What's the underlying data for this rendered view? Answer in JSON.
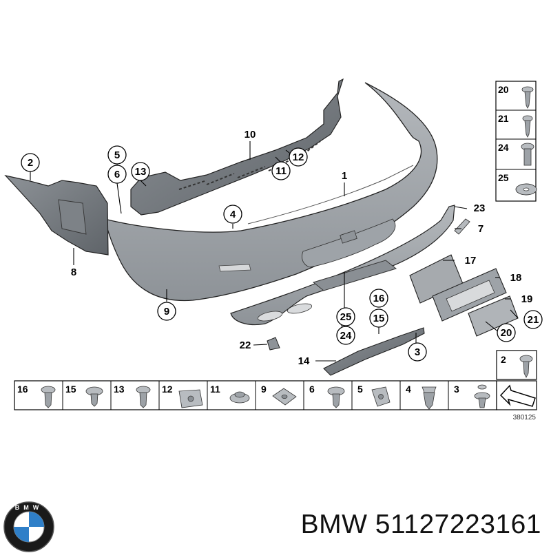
{
  "diagram": {
    "reference_code": "380125",
    "callouts": [
      "1",
      "2",
      "3",
      "4",
      "5",
      "6",
      "7",
      "8",
      "9",
      "10",
      "11",
      "12",
      "13",
      "14",
      "15",
      "16",
      "17",
      "18",
      "19",
      "20",
      "21",
      "22",
      "23",
      "24",
      "25"
    ],
    "side_panel": [
      {
        "label": "20",
        "icon": "screw-icon"
      },
      {
        "label": "21",
        "icon": "screw-icon"
      },
      {
        "label": "24",
        "icon": "bolt-icon"
      },
      {
        "label": "25",
        "icon": "washer-icon"
      }
    ],
    "bottom_row": [
      {
        "label": "16",
        "icon": "flange-screw-icon"
      },
      {
        "label": "15",
        "icon": "flange-screw-icon"
      },
      {
        "label": "13",
        "icon": "flange-screw-icon"
      },
      {
        "label": "12",
        "icon": "clip-nut-icon"
      },
      {
        "label": "11",
        "icon": "flange-nut-icon"
      },
      {
        "label": "9",
        "icon": "spring-nut-icon"
      },
      {
        "label": "6",
        "icon": "flange-screw-icon"
      },
      {
        "label": "5",
        "icon": "plastic-nut-icon"
      },
      {
        "label": "4",
        "icon": "expansion-rivet-icon"
      },
      {
        "label": "3",
        "icon": "push-rivet-icon"
      }
    ],
    "corner_box": {
      "label": "2",
      "icon": "flange-screw-icon"
    },
    "arrow_box": {
      "icon": "direction-arrow-icon"
    }
  },
  "brand": {
    "logo": "bmw-roundel-icon",
    "text": "BMW 51127223161"
  },
  "colors": {
    "part_fill": "#a3a7ab",
    "part_dark": "#6f7479",
    "outline": "#222222",
    "box_fill": "#ffffff"
  }
}
